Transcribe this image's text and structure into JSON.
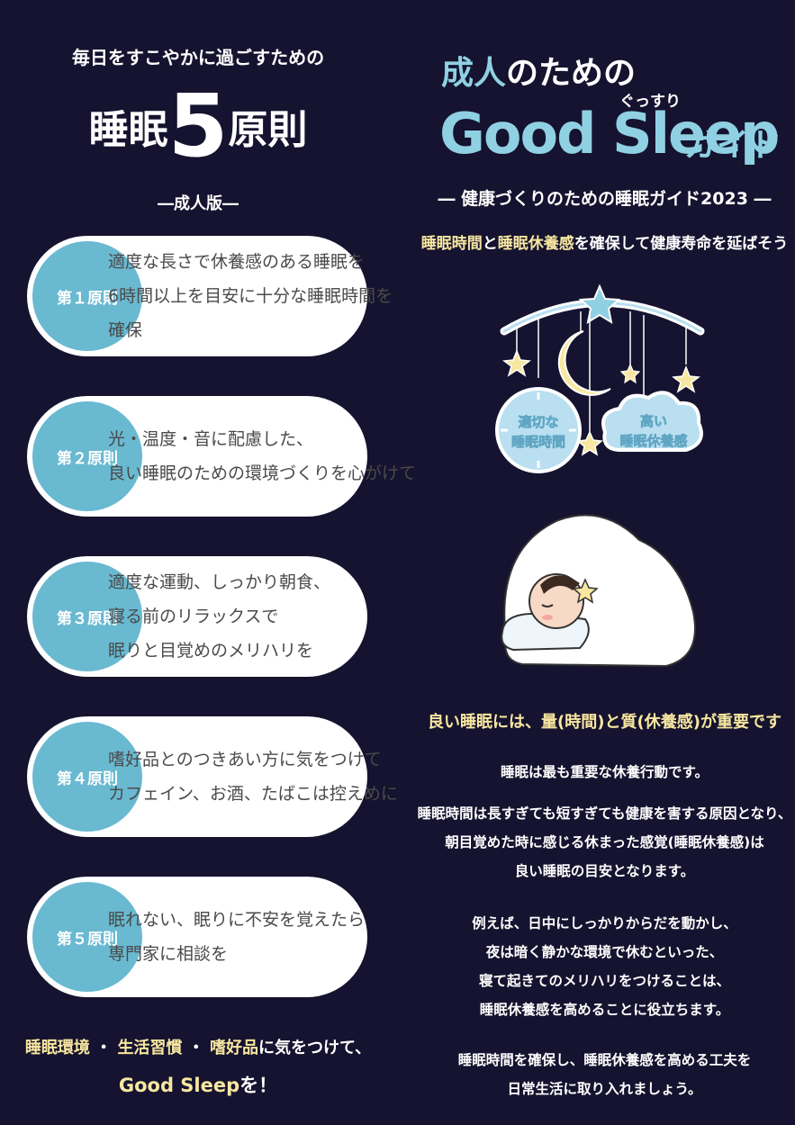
{
  "left": {
    "subtitle": "毎日をすこやかに過ごすための",
    "title_a": "睡眠",
    "title_num": "5",
    "title_b": "原則",
    "edition": "―成人版―",
    "principles": [
      {
        "label": "第１原則",
        "lines": [
          "適度な長さで休養感のある睡眠を",
          "6時間以上を目安に十分な睡眠時間を",
          "確保"
        ]
      },
      {
        "label": "第２原則",
        "lines": [
          "光・温度・音に配慮した、",
          "良い睡眠のための環境づくりを心がけて"
        ]
      },
      {
        "label": "第３原則",
        "lines": [
          "適度な運動、しっかり朝食、",
          "寝る前のリラックスで",
          "眠りと目覚めのメリハリを"
        ]
      },
      {
        "label": "第４原則",
        "lines": [
          "嗜好品とのつきあい方に気をつけて",
          "カフェイン、お酒、たばこは控えめに"
        ]
      },
      {
        "label": "第５原則",
        "lines": [
          "眠れない、眠りに不安を覚えたら",
          "専門家に相談を"
        ]
      }
    ],
    "footer": {
      "k1": "睡眠環境",
      "s1": "・",
      "k2": "生活習慣",
      "s2": "・",
      "k3": "嗜好品",
      "rest": "に気をつけて、",
      "gs": "Good Sleep",
      "end": "を！"
    }
  },
  "right": {
    "title_acc": "成人",
    "title_rest": "のための",
    "ruby": "ぐっすり",
    "good_sleep": "Good Sleep",
    "guide": "ガイド",
    "subtitle": "― 健康づくりのための睡眠ガイド2023 ―",
    "tag_k1": "睡眠時間",
    "tag_to": "と",
    "tag_k2": "睡眠休養感",
    "tag_rest": "を確保して健康寿命を延ばそう",
    "bubble1_l1": "適切な",
    "bubble1_l2": "睡眠時間",
    "bubble2_l1": "高い",
    "bubble2_l2": "睡眠休養感",
    "heading": "良い睡眠には、量(時間)と質(休養感)が重要です",
    "p1": [
      "睡眠は最も重要な休養行動です。"
    ],
    "p2": [
      "睡眠時間は長すぎても短すぎても健康を害する原因となり、",
      "朝目覚めた時に感じる休まった感覚(睡眠休養感)は",
      "良い睡眠の目安となります。"
    ],
    "p3": [
      "例えば、日中にしっかりからだを動かし、",
      "夜は暗く静かな環境で休むといった、",
      "寝て起きてのメリハリをつけることは、",
      "睡眠休養感を高めることに役立ちます。"
    ],
    "p4": [
      "睡眠時間を確保し、睡眠休養感を高める工夫を",
      "日常生活に取り入れましょう。"
    ]
  },
  "colors": {
    "background": "#15132f",
    "accent_blue": "#69b9d1",
    "title_blue": "#8fd0e3",
    "yellow": "#f8e7a0"
  }
}
